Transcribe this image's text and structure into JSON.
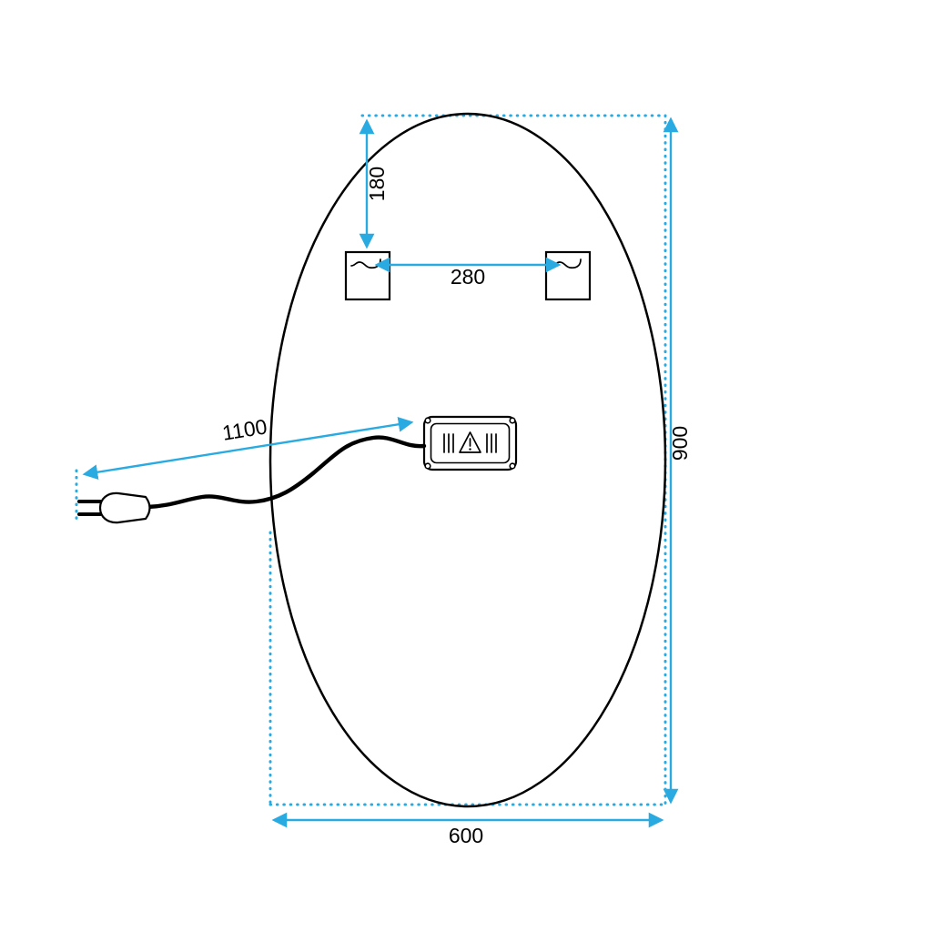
{
  "diagram": {
    "kind": "technical-dimension-drawing",
    "subject": "Oval mirror rear view with mounting brackets, power supply box, cable and plug"
  },
  "dimensions": {
    "top_to_brackets": "180",
    "bracket_spacing": "280",
    "mirror_height": "900",
    "mirror_width": "600",
    "cable_length": "1100"
  },
  "colors": {
    "dimension_accent": "#29ABE2",
    "outline": "#000000",
    "background": "#FFFFFF"
  },
  "icons": {
    "arrowhead": "arrowhead-icon",
    "warning_triangle": "warning-triangle-icon",
    "power_plug": "power-plug-icon",
    "mounting_bracket": "mounting-bracket-icon"
  }
}
